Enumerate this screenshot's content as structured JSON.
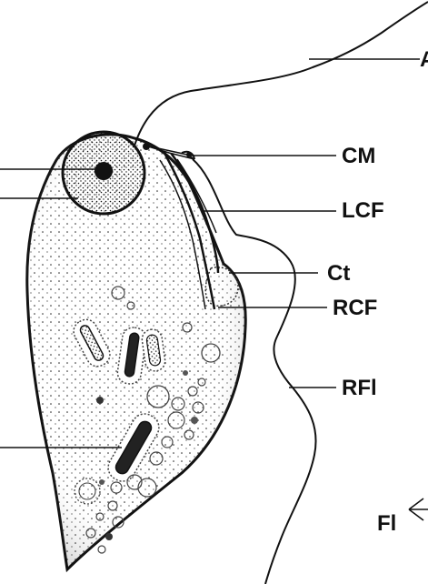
{
  "labels": {
    "top_cut": "A",
    "cm": "CM",
    "lcf": "LCF",
    "ct": "Ct",
    "rcf": "RCF",
    "rfl": "RFl",
    "fl": "Fl"
  },
  "colors": {
    "ink": "#111111",
    "paper": "#ffffff"
  }
}
